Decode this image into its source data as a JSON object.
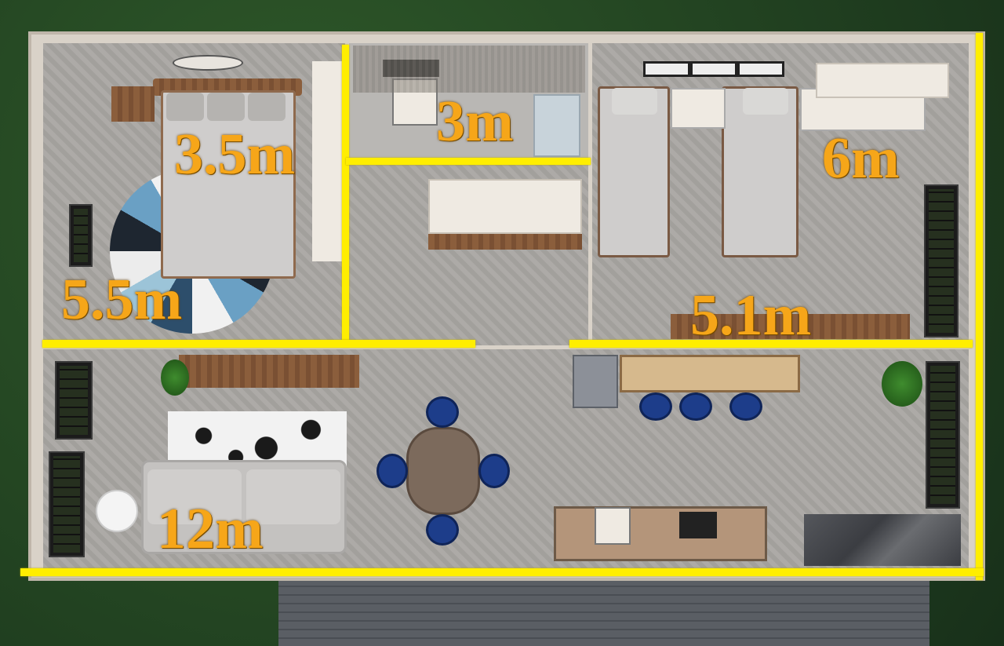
{
  "labels": {
    "master_bedroom_width": "3.5m",
    "master_bedroom_depth": "5.5m",
    "bathroom": "3m",
    "bedroom_two_width": "6m",
    "bedroom_two_depth": "5.1m",
    "living_area": "12m"
  },
  "colors": {
    "wall_highlight": "#ffee00",
    "dimension_text": "#f6a619"
  }
}
